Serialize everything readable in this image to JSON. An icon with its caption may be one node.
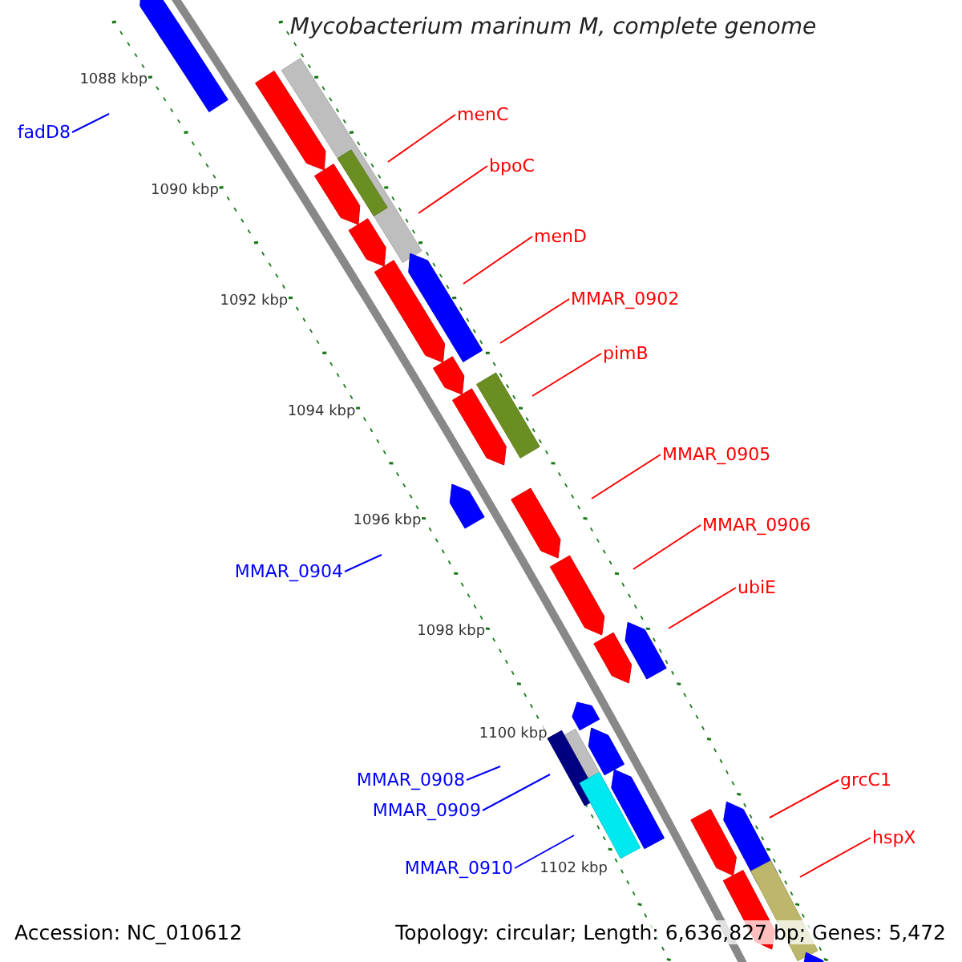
{
  "diagram": {
    "title": "Mycobacterium marinum M, complete genome",
    "nodes": [
      {
        "text": [
          "fadD8"
        ]
      },
      {
        "text": [
          "menC"
        ]
      },
      {
        "text": [
          "bpoC"
        ]
      },
      {
        "text": [
          "menD"
        ]
      },
      {
        "text": [
          "MMAR_0902"
        ]
      },
      {
        "text": [
          "pimB"
        ]
      },
      {
        "text": [
          "MMAR_0905"
        ]
      },
      {
        "text": [
          "MMAR_0904"
        ]
      },
      {
        "text": [
          "MMAR_0906"
        ]
      },
      {
        "text": [
          "ubiE"
        ]
      },
      {
        "text": [
          "grcC1"
        ]
      },
      {
        "text": [
          "MMAR_0908"
        ]
      },
      {
        "text": [
          "MMAR_0909"
        ]
      },
      {
        "text": [
          "hspX"
        ]
      },
      {
        "text": [
          "MMAR_0910"
        ]
      }
    ],
    "edges": [
      {
        "from": 0,
        "to": null,
        "arrow": "none",
        "color": "#0000ff"
      },
      {
        "from": 1,
        "to": null,
        "arrow": "none"
      },
      {
        "from": 2,
        "to": null,
        "arrow": "none"
      },
      {
        "from": 3,
        "to": null,
        "arrow": "none"
      },
      {
        "from": 4,
        "to": null,
        "arrow": "none"
      },
      {
        "from": 5,
        "to": null,
        "arrow": "none"
      },
      {
        "from": 6,
        "to": null,
        "arrow": "none"
      },
      {
        "from": 7,
        "to": null,
        "arrow": "none",
        "color": "#0000ff"
      },
      {
        "from": 8,
        "to": null,
        "arrow": "none"
      },
      {
        "from": 9,
        "to": null,
        "arrow": "none"
      },
      {
        "from": 10,
        "to": null,
        "arrow": "none"
      },
      {
        "from": 11,
        "to": null,
        "arrow": "none",
        "color": "#0000ff"
      },
      {
        "from": 12,
        "to": null,
        "arrow": "none",
        "color": "#0000ff"
      },
      {
        "from": 13,
        "to": null,
        "arrow": "none"
      },
      {
        "from": 14,
        "to": null,
        "arrow": "none",
        "color": "#0000ff"
      }
    ],
    "labels": [
      "1088 kbp",
      "1090 kbp",
      "1092 kbp",
      "1094 kbp",
      "1096 kbp",
      "1098 kbp",
      "1100 kbp",
      "1102 kbp",
      "Accession: NC_010612",
      "Topology: circular; Length: 6,636,827 bp; Genes: 5,472"
    ]
  }
}
